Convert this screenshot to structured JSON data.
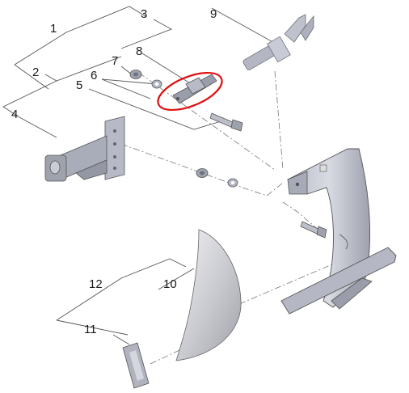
{
  "diagram": {
    "callouts": [
      {
        "id": "1",
        "text": "1"
      },
      {
        "id": "2",
        "text": "2"
      },
      {
        "id": "3",
        "text": "3"
      },
      {
        "id": "4",
        "text": "4"
      },
      {
        "id": "5",
        "text": "5"
      },
      {
        "id": "6",
        "text": "6"
      },
      {
        "id": "7",
        "text": "7"
      },
      {
        "id": "8",
        "text": "8"
      },
      {
        "id": "9",
        "text": "9"
      },
      {
        "id": "10",
        "text": "10"
      },
      {
        "id": "11",
        "text": "11"
      },
      {
        "id": "12",
        "text": "12"
      }
    ],
    "highlight": {
      "part": "8",
      "color": "#e01010"
    },
    "colors": {
      "part_fill": "#c9ccd6",
      "part_shadow": "#8f93a0",
      "line": "#555555"
    }
  }
}
